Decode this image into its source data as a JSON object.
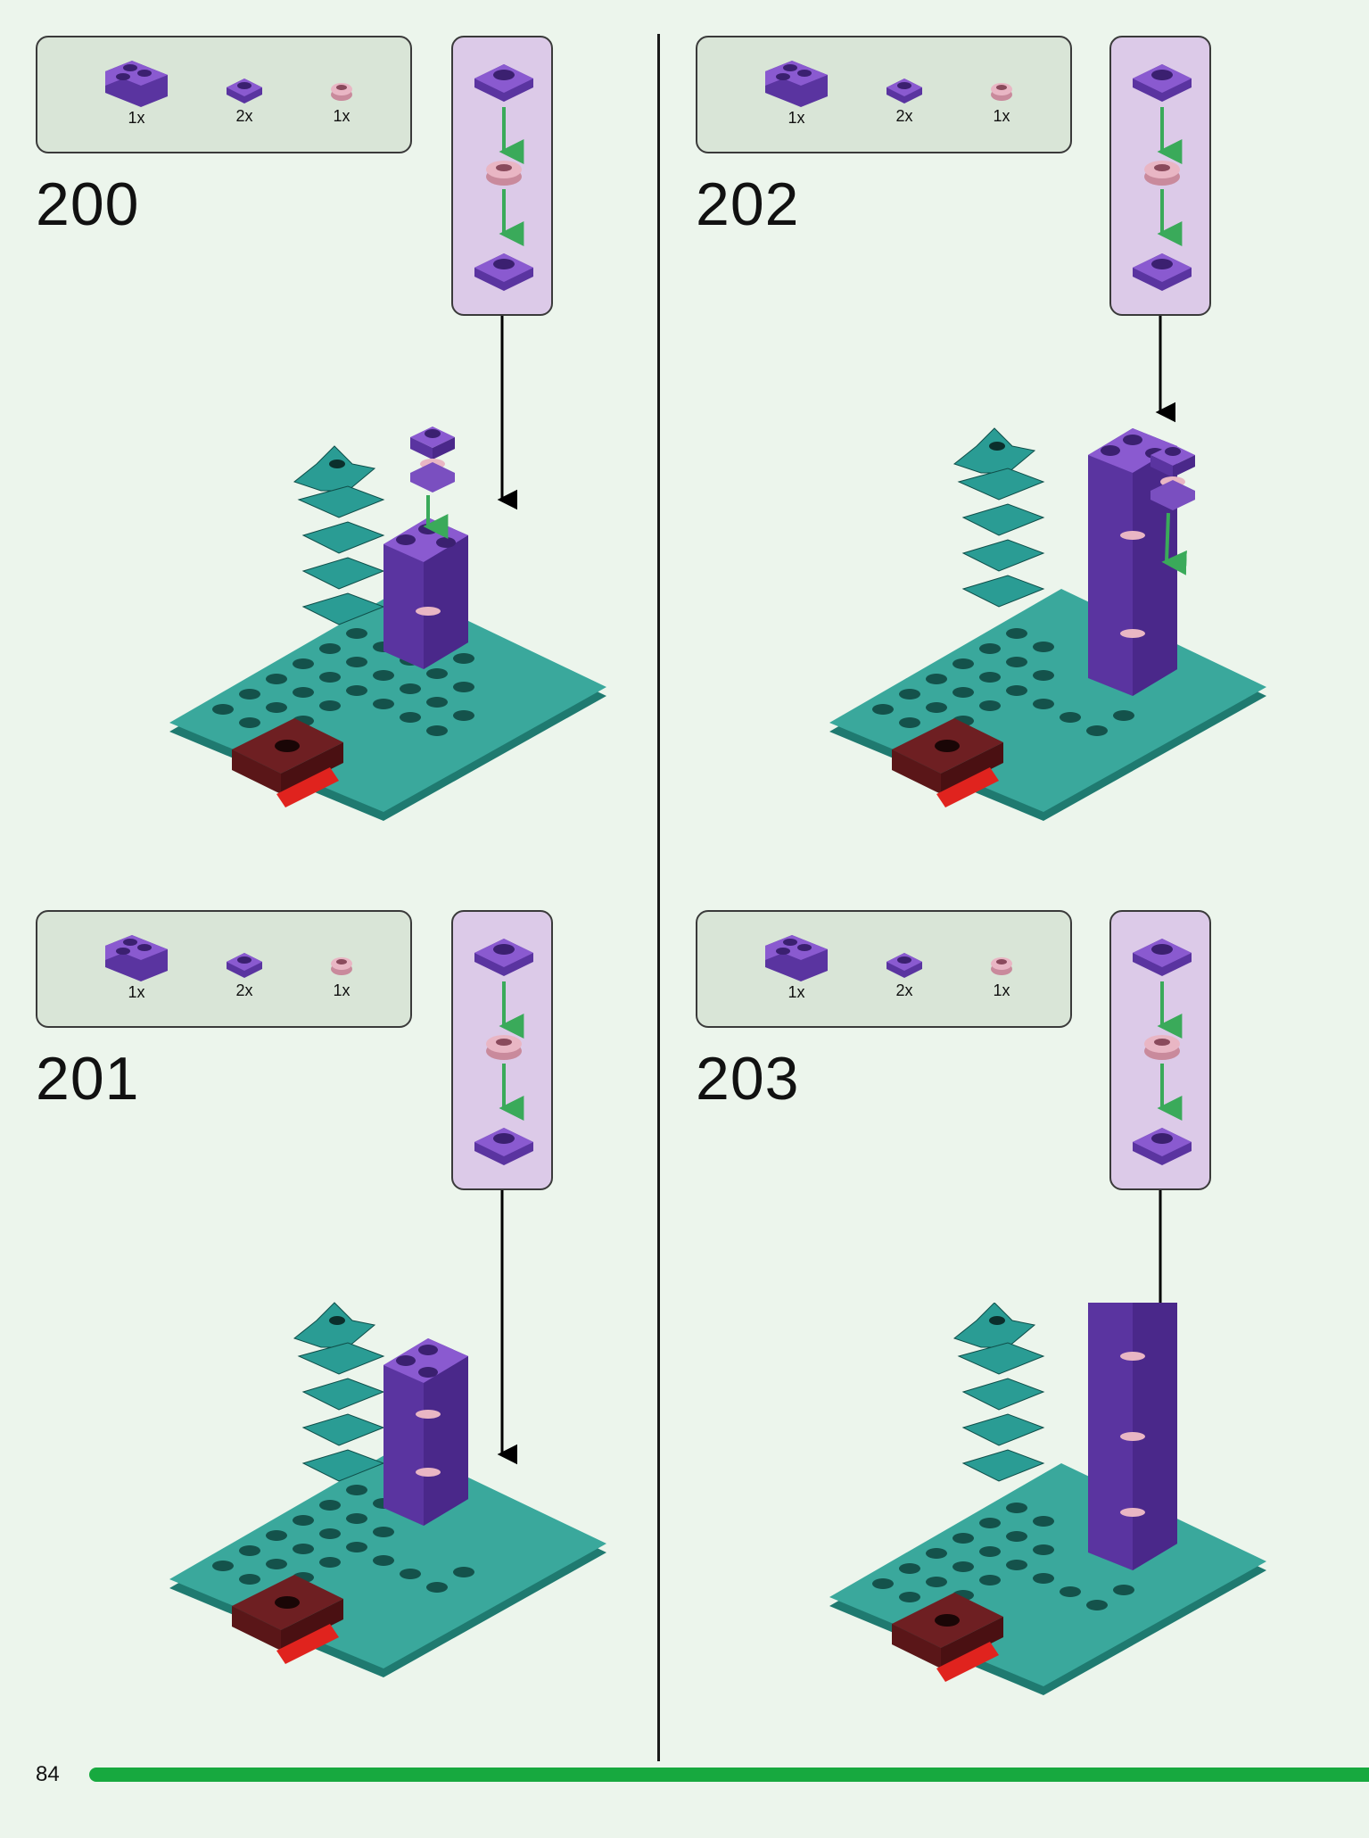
{
  "page": {
    "number": "84",
    "bar_color": "#17a93f"
  },
  "colors": {
    "panel_bg": "#ecf5ec",
    "parts_box_bg": "#d9e5d7",
    "subassembly_bg": "#dccae8",
    "purple_brick": "#7a4fc0",
    "teal_plate": "#3aa89c",
    "pink_round": "#e9b6c4",
    "red_part": "#e0231e",
    "arrow_green": "#3aaa5a"
  },
  "steps": [
    {
      "number": "200",
      "parts": [
        {
          "icon": "purple-corner-brick-icon",
          "qty": "1x"
        },
        {
          "icon": "purple-plate-1x1-icon",
          "qty": "2x"
        },
        {
          "icon": "pink-round-plate-icon",
          "qty": "1x"
        }
      ]
    },
    {
      "number": "201",
      "parts": [
        {
          "icon": "purple-corner-brick-icon",
          "qty": "1x"
        },
        {
          "icon": "purple-plate-1x1-icon",
          "qty": "2x"
        },
        {
          "icon": "pink-round-plate-icon",
          "qty": "1x"
        }
      ]
    },
    {
      "number": "202",
      "parts": [
        {
          "icon": "purple-corner-brick-icon",
          "qty": "1x"
        },
        {
          "icon": "purple-plate-1x1-icon",
          "qty": "2x"
        },
        {
          "icon": "pink-round-plate-icon",
          "qty": "1x"
        }
      ]
    },
    {
      "number": "203",
      "parts": [
        {
          "icon": "purple-corner-brick-icon",
          "qty": "1x"
        },
        {
          "icon": "purple-plate-1x1-icon",
          "qty": "2x"
        },
        {
          "icon": "pink-round-plate-icon",
          "qty": "1x"
        }
      ]
    }
  ]
}
